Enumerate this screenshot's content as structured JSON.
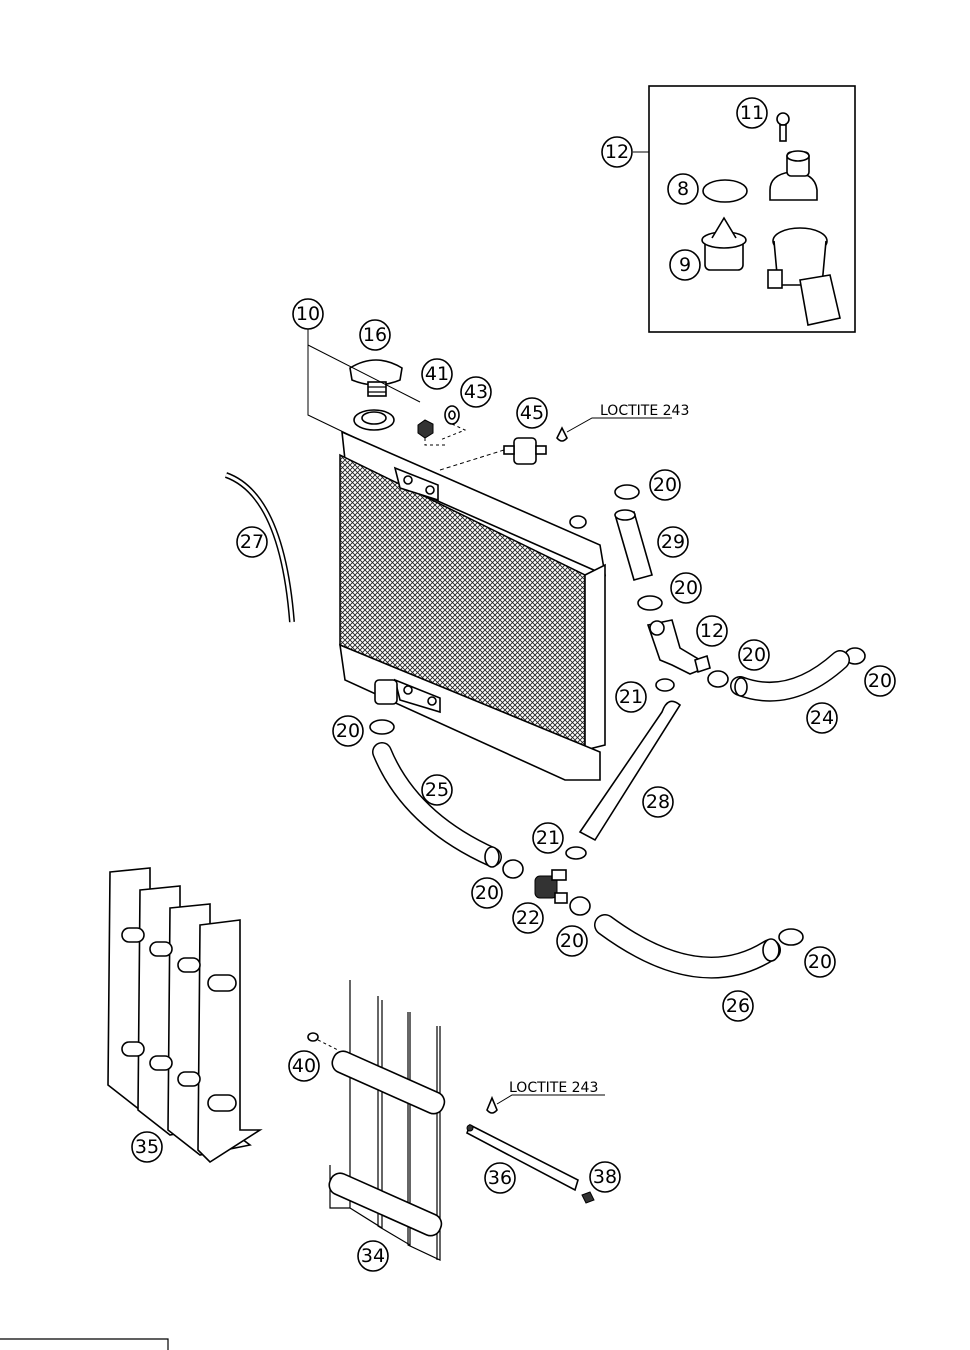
{
  "callouts": {
    "c11": "11",
    "c12_box": "12",
    "c8": "8",
    "c9": "9",
    "c10": "10",
    "c16": "16",
    "c41": "41",
    "c43": "43",
    "c45": "45",
    "c20_a": "20",
    "c29": "29",
    "c20_b": "20",
    "c12_main": "12",
    "c20_c": "20",
    "c20_d": "20",
    "c24": "24",
    "c21_a": "21",
    "c27": "27",
    "c20_e": "20",
    "c25": "25",
    "c28": "28",
    "c21_b": "21",
    "c20_f": "20",
    "c22": "22",
    "c20_g": "20",
    "c20_h": "20",
    "c26": "26",
    "c40": "40",
    "c35": "35",
    "c36": "36",
    "c38": "38",
    "c34": "34"
  },
  "notes": {
    "loctite_top": "LOCTITE 243",
    "loctite_bottom": "LOCTITE 243"
  }
}
